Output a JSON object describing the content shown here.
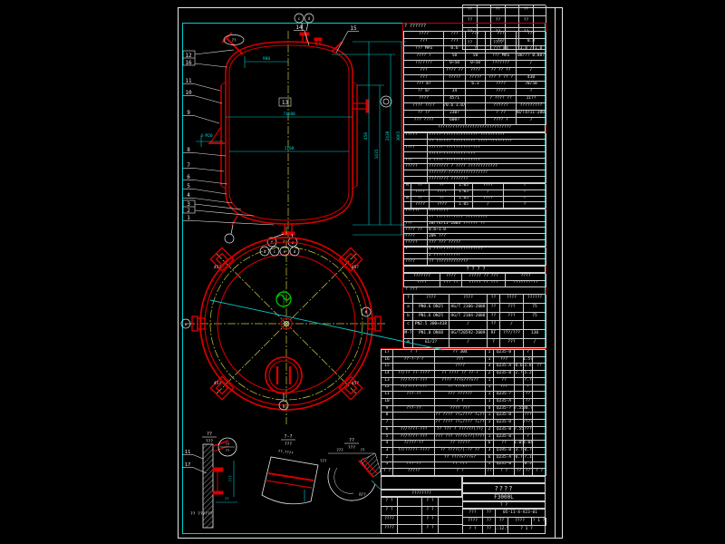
{
  "palette": {
    "red": "#cf0000",
    "cyan": "#00cfcf",
    "yellow": "#cdcd3c",
    "green": "#00c800",
    "white": "#e8e8e8"
  },
  "rev_table": {
    "cols": [
      16,
      15,
      16,
      15,
      16,
      14
    ],
    "rows": [
      [
        "??",
        "",
        "??",
        "",
        "??",
        ""
      ],
      [
        "??",
        "",
        "??",
        "",
        "??",
        ""
      ],
      [
        "??",
        "",
        "??",
        "",
        "??",
        ""
      ],
      [
        "??",
        "",
        "????",
        "",
        "",
        ""
      ]
    ]
  },
  "right_panel": {
    "section1_label": "? ??????",
    "char_table": {
      "cols": [
        44,
        24,
        22,
        34,
        33
      ],
      "rows": [
        [
          "????",
          "???",
          "???",
          "???",
          "???"
        ],
        [
          "???",
          "???",
          "",
          "???",
          "0.8"
        ],
        [
          "??? MPa",
          "0.6",
          "?",
          "??? mm",
          "3.8 / 1.0"
        ],
        [
          "???? ?",
          "50",
          "50",
          "??? MPa",
          "1.08??? 0.88???"
        ],
        [
          "??/????",
          "0~50",
          "0~50",
          "???????",
          "/"
        ],
        [
          "???",
          "???? ??",
          "????",
          "?? ?? ??",
          "/"
        ],
        [
          "???",
          "?????",
          "?????",
          "??? ? ?? ?",
          "430"
        ],
        [
          "??? m?",
          "",
          "6.3",
          "????",
          "70/50"
        ],
        [
          "?? m?",
          "34",
          "",
          "????",
          "?"
        ],
        [
          "????",
          "45?1",
          "",
          "? ???? ??",
          "11??"
        ],
        [
          "???? ??/?",
          "1.0/0.6  3.0/0.4",
          "",
          "??????",
          "?????????"
        ],
        [
          "?? ??",
          "230?",
          "",
          "? ??",
          "JB/T4711-2003"
        ],
        [
          "??? ????",
          "600?",
          "",
          "???? ?",
          "7"
        ],
        [
          "??????????????????????????????"
        ]
      ]
    },
    "notes1": {
      "cols": [
        26,
        131
      ],
      "rows": [
        [
          "?????",
          "?????-??????????????-??????????"
        ],
        [
          "",
          "?? ?????? ????????? ????-?????????"
        ],
        [
          "????",
          "??????-??????????-???"
        ],
        [
          "",
          "?????-?????????-???"
        ],
        [
          "???",
          "? ????-??????????????"
        ],
        [
          "?????",
          "???????? ? ???? ????????????"
        ],
        [
          "",
          "???????-????????????????"
        ],
        [
          "",
          "???????? ???????"
        ]
      ]
    },
    "ab_table": {
      "cols": [
        8,
        20,
        28,
        20,
        34,
        47
      ],
      "rows": [
        [
          "A",
          "??",
          "??",
          "1.05",
          "????",
          "?"
        ],
        [
          "",
          "????",
          "????",
          "1.05",
          "/",
          "?"
        ],
        [
          "B",
          "??",
          "??",
          "1.05",
          "????",
          "?"
        ],
        [
          "",
          "????",
          "????",
          "1.05",
          "/",
          "?"
        ]
      ]
    },
    "notes2": {
      "cols": [
        26,
        131
      ],
      "rows": [
        [
          "??????",
          "????????"
        ],
        [
          "",
          "?? ??????-???? ?????????"
        ],
        [
          "???",
          "JB/T4711-2003   ??????   ??"
        ],
        [
          "???? ??",
          "0.6~1.0"
        ],
        [
          "????",
          "20% ???"
        ],
        [
          "?????",
          "??? ???  ?????"
        ]
      ]
    },
    "notes3": {
      "cols": [
        26,
        131
      ],
      "rows": [
        [
          "?",
          "1 ????????????????????"
        ],
        [
          "",
          "2 ???????????"
        ],
        [
          "????",
          "?? ?????????????"
        ]
      ]
    },
    "section2_label": "? ? ? ?",
    "info_table": {
      "cols": [
        40,
        24,
        48,
        45
      ],
      "rows": [
        [
          "???????",
          "????",
          "????? ?? ???",
          "????"
        ],
        [
          "????",
          "??? ??",
          "????? ?? ???",
          "???????-??"
        ]
      ]
    },
    "nozzle_label": "? ???",
    "nozzle_table": {
      "cols": [
        10,
        40,
        42,
        14,
        26,
        25
      ],
      "rows": [
        [
          "?",
          "????",
          "????",
          "??",
          "????",
          "??????"
        ],
        [
          "a",
          "PN0.6 DN25",
          "HG/T 2106-2008",
          "??",
          "???",
          "75"
        ],
        [
          "b",
          "PN1.6 DN25",
          "HG/T 2104-2008",
          "??",
          "???",
          "75"
        ],
        [
          "c",
          "PN2.5 300×438",
          "/",
          "??",
          "/",
          ""
        ],
        [
          "M-?",
          "PN1.0 DN48",
          "HG/T20592-2009",
          "RF",
          "???/???",
          "130"
        ],
        [
          "m",
          "G1/2?",
          "/",
          "?",
          "???",
          "/"
        ]
      ]
    }
  },
  "bom": {
    "table": {
      "cols": [
        13,
        46,
        56,
        9,
        23,
        10,
        10,
        15
      ],
      "rows": [
        [
          "17",
          "? ?",
          "?? 304",
          "1",
          "Q235-B",
          "",
          "?",
          ""
        ],
        [
          "16",
          "??-?-?-?",
          "???",
          "1",
          "???",
          "",
          "1.5?",
          ""
        ],
        [
          "15",
          "",
          "????",
          "3",
          "Q235-A",
          "0.6",
          "1.8",
          "??"
        ],
        [
          "14",
          "??/?? ??-????",
          "?? ???? ?? ??-?",
          "2",
          "Q235-B",
          "2.?",
          "5.2",
          ""
        ],
        [
          "13",
          "??/????-???",
          "???? ???×???×??",
          "1",
          "??",
          "",
          "?.?",
          ""
        ],
        [
          "12",
          "??/????-???",
          "?? ???×???",
          "1",
          "???",
          "",
          "?",
          ""
        ],
        [
          "11",
          "???-??",
          "??? ??????",
          "1",
          "Q235-?",
          "",
          "??",
          ""
        ],
        [
          "10",
          "",
          "? ?",
          "1",
          "Q235-A",
          "",
          "??",
          ""
        ],
        [
          "9",
          "???-??",
          "???? ???",
          "4",
          "Q235-?",
          "7.55",
          "30.?",
          ""
        ],
        [
          "8",
          "",
          "?? ???? ??=???? ?=??",
          "1",
          "Q235-B",
          "",
          "???",
          ""
        ],
        [
          "7",
          "",
          "?? ???? ??=???? ?=??",
          "1",
          "Q235-B",
          "",
          "????",
          ""
        ],
        [
          "6",
          "??/????-???",
          "?? ??? ? ??????(??)",
          "2",
          "Q235-B",
          "?.55",
          "???",
          ""
        ],
        [
          "5",
          "??/????-???",
          "???? ??? ????×??(????)",
          "1",
          "Q235-B",
          "",
          "?",
          ""
        ],
        [
          "4",
          "?/???-??",
          "?? ?????",
          "6",
          "??",
          "1.05",
          "4.04",
          ""
        ],
        [
          "3",
          "??/?????-????",
          "?? ????(?)-?? ??",
          "3",
          "Q195-B",
          "3.?",
          "0.?",
          ""
        ],
        [
          "2",
          "",
          "?? ????×???×?",
          "6",
          "Q235-A",
          "0.?",
          "?.1",
          ""
        ],
        [
          "1",
          "???-??",
          "?? ???",
          "1",
          "Q235-B",
          "",
          "0.5",
          ""
        ],
        [
          "? ?",
          "?????",
          "? ?",
          "??",
          "? ?",
          "??",
          "??",
          "? ?"
        ]
      ]
    }
  },
  "title_block": {
    "left_note": "????????",
    "left_rows": {
      "cols": [
        18,
        27,
        18,
        27
      ],
      "rows": [
        [
          "? ?",
          "",
          "? ?",
          ""
        ],
        [
          "? ?",
          "",
          "? ?",
          ""
        ],
        [
          "????",
          "",
          "? ?",
          ""
        ],
        [
          "????",
          "",
          "? ?",
          ""
        ]
      ]
    },
    "name": "????",
    "model": "F3000L",
    "sub": "? ?",
    "right_rows": {
      "cols": [
        22,
        14,
        14,
        26,
        16
      ],
      "rows": [
        [
          "???",
          "??",
          "05-11-4-V23-01"
        ],
        [
          "????",
          "??",
          "??",
          "????",
          "? 1 ?"
        ],
        [
          "? ?",
          "??",
          "1:12.5",
          "? 1 ?"
        ]
      ]
    }
  },
  "drawing": {
    "elev": {
      "balloons_left": [
        "12",
        "16",
        "11",
        "10",
        "9",
        "8",
        "7",
        "6",
        "5",
        "4",
        "3",
        "2",
        "1"
      ],
      "balloons_top": [
        "14",
        "15"
      ],
      "center_tag": "13",
      "nozzle_letters": [
        "c",
        "d",
        "f",
        "m"
      ],
      "oval_label": "??",
      "dims": {
        "d900": "900",
        "dia1": "?1600",
        "dia2": "1700",
        "v1": "450",
        "v2": "1435",
        "v3": "2430",
        "v4": "3065",
        "bolt": "4-M20"
      }
    },
    "plan": {
      "top_letters": [
        "a",
        "c",
        "e",
        "d"
      ],
      "top_mark": "?",
      "left_letter": "m",
      "right_letter": "M",
      "bottom_letter": "g",
      "angle": "45?"
    },
    "details": {
      "d1": {
        "num": "??",
        "den": "???",
        "b1": "11",
        "b2": "17",
        "circ_top": "??",
        "circ_bot": "??",
        "dim_v": "???",
        "dim_h": "??",
        "note": "?? ??????"
      },
      "d2": {
        "num": "?-?",
        "den": "???",
        "dim": "??.????",
        "t2": "???"
      },
      "d3": {
        "num": "??",
        "den": "???",
        "dim1": "???",
        "dim2": "??",
        "r": "R??"
      }
    }
  }
}
